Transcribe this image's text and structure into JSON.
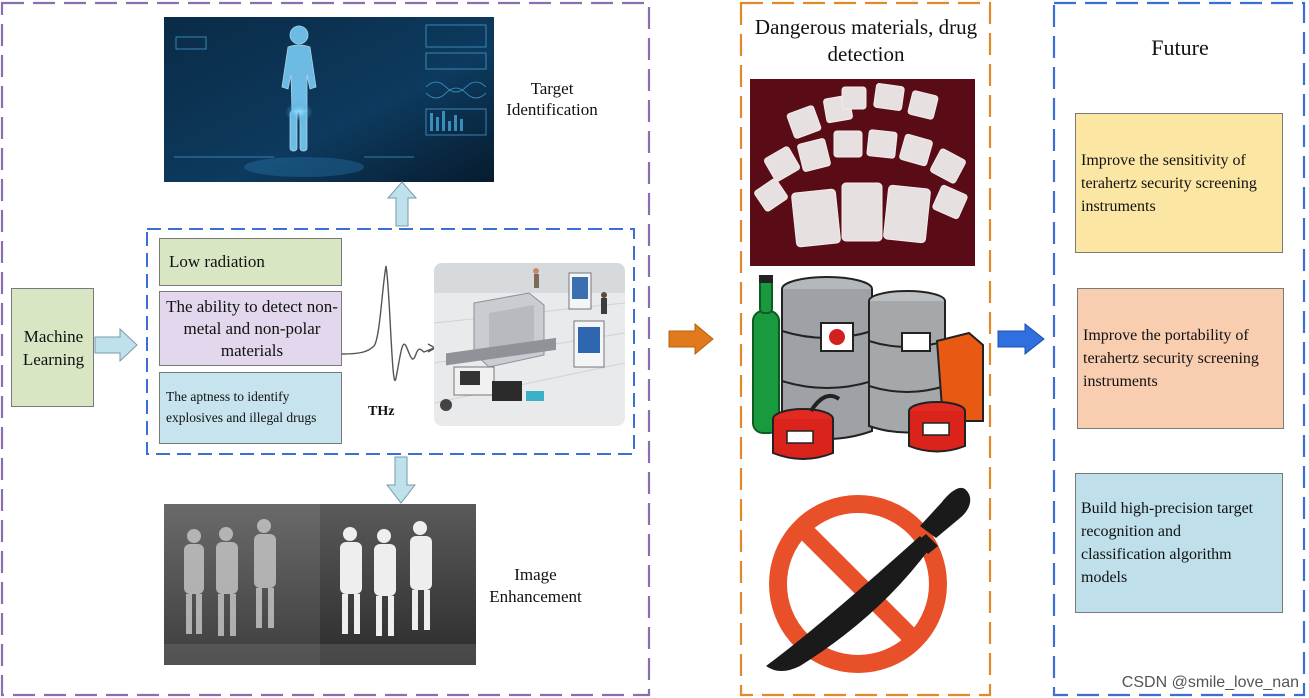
{
  "colors": {
    "left_panel_border": "#8a6fb0",
    "center_panel_border": "#e08a2a",
    "right_panel_border": "#3b6fd6",
    "inner_dashed_border": "#3b6fd6",
    "machine_learning_fill": "#d8e6c4",
    "low_radiation_fill": "#d8e6c4",
    "nonmetal_fill": "#e2d7ec",
    "aptness_fill": "#c7e3ee",
    "future_yellow_fill": "#fbe6a3",
    "future_orange_fill": "#f8cdb0",
    "future_blue_fill": "#bfe0ea",
    "arrow_light_blue": "#bfe1ec",
    "arrow_orange": "#e07a1c",
    "arrow_blue": "#2f6fe0"
  },
  "left": {
    "target_label": "Target Identification",
    "machine_learning": "Machine Learning",
    "properties": {
      "low_radiation": "Low radiation",
      "nonmetal": "The ability to detect non-metal and non-polar materials",
      "aptness": "The aptness to identify explosives and illegal drugs"
    },
    "thz_label": "THz",
    "image_enhancement_label": "Image Enhancement",
    "icons": [
      "body-scan-image",
      "security-scanner-image",
      "thermal-people-image"
    ]
  },
  "center": {
    "title": "Dangerous materials, drug detection",
    "icons": [
      "drug-bags-image",
      "hazardous-barrels-image",
      "prohibited-knife-image"
    ]
  },
  "right": {
    "title": "Future",
    "items": [
      "Improve the sensitivity of terahertz security screening instruments",
      "Improve the portability of terahertz security screening instruments",
      "Build high-precision target recognition and classification algorithm models"
    ]
  },
  "watermark": "CSDN @smile_love_nan"
}
